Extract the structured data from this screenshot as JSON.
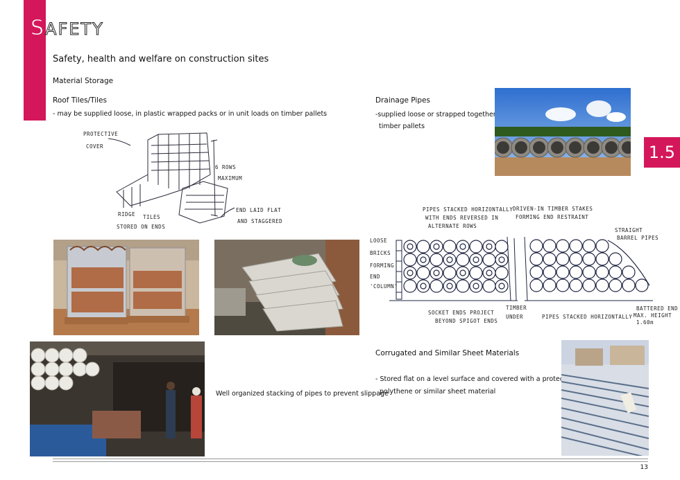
{
  "header": {
    "title_initial": "S",
    "title_rest": "AFETY",
    "section_tab": "1.5"
  },
  "content": {
    "heading": "Safety, health and welfare on construction sites",
    "subheading": "Material Storage",
    "roof_tiles": {
      "title": "Roof Tiles/Tiles",
      "text": "- may be supplied loose, in plastic wrapped packs or in unit loads on timber pallets"
    },
    "drainage_pipes": {
      "title": "Drainage Pipes",
      "text_line1": "-supplied loose or strapped together on",
      "text_line2": "timber pallets"
    },
    "pipe_caption": "Well organized stacking of pipes to prevent slippage",
    "corrugated": {
      "title": "Corrugated and Similar Sheet Materials",
      "text_line1": "- Stored flat on a level surface and covered with a protective",
      "text_line2": "polythene or similar sheet material"
    }
  },
  "sketch_tiles": {
    "protective": "PROTECTIVE",
    "cover": "COVER",
    "rows": "6 ROWS",
    "maximum": "MAXIMUM",
    "ridge": "RIDGE",
    "tiles": "TILES",
    "stored": "STORED ON ENDS",
    "end_laid": "END LAID FLAT",
    "staggered": "AND STAGGERED"
  },
  "sketch_pipes": {
    "stacked_1": "PIPES STACKED HORIZONTALLY",
    "stacked_2": "WITH ENDS REVERSED IN",
    "stacked_3": "ALTERNATE ROWS",
    "driven_1": "DRIVEN-IN TIMBER STAKES",
    "driven_2": "FORMING END RESTRAINT",
    "straight_1": "STRAIGHT",
    "straight_2": "BARREL PIPES",
    "loose_1": "LOOSE",
    "loose_2": "BRICKS",
    "loose_3": "FORMING",
    "loose_4": "END",
    "loose_5": "'COLUMN'",
    "socket_1": "SOCKET ENDS PROJECT",
    "socket_2": "BEYOND SPIGOT ENDS",
    "timber_1": "TIMBER",
    "timber_2": "UNDER",
    "pipes_h": "PIPES STACKED HORIZONTALLY",
    "battered_1": "BATTERED END",
    "battered_2": "MAX. HEIGHT",
    "battered_3": "1.60m"
  },
  "footer": {
    "page_number": "13"
  },
  "colors": {
    "accent": "#d4175a"
  }
}
